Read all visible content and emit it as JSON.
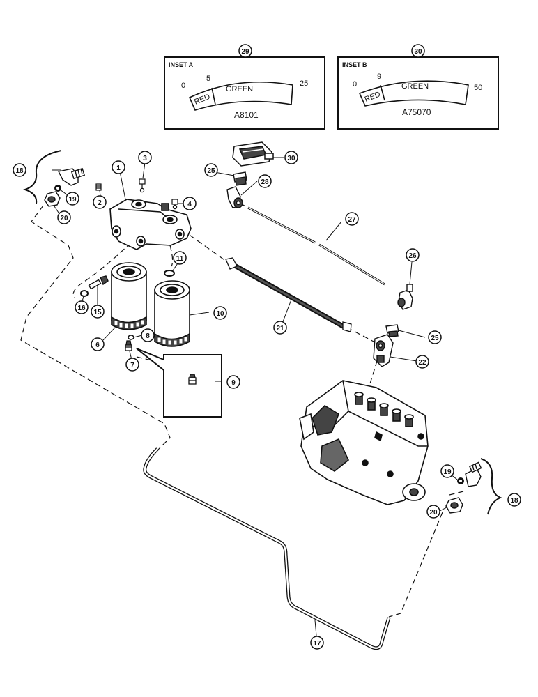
{
  "insets": [
    {
      "id": "inset-a",
      "callout": "29",
      "title": "INSET A",
      "min": "0",
      "red_limit": "5",
      "max": "25",
      "red_label": "RED",
      "green_label": "GREEN",
      "part_code": "A8101"
    },
    {
      "id": "inset-b",
      "callout": "30",
      "title": "INSET B",
      "min": "0",
      "red_limit": "9",
      "max": "50",
      "red_label": "RED",
      "green_label": "GREEN",
      "part_code": "A75070"
    }
  ],
  "callouts": {
    "c1": "1",
    "c2": "2",
    "c3": "3",
    "c4": "4",
    "c6": "6",
    "c7": "7",
    "c8": "8",
    "c9": "9",
    "c10": "10",
    "c11": "11",
    "c15": "15",
    "c16": "16",
    "c17": "17",
    "c18a": "18",
    "c18b": "18",
    "c19a": "19",
    "c19b": "19",
    "c20a": "20",
    "c20b": "20",
    "c21": "21",
    "c22": "22",
    "c25a": "25",
    "c25b": "25",
    "c26": "26",
    "c27": "27",
    "c28": "28",
    "c30": "30"
  },
  "colors": {
    "ink": "#111111",
    "paper": "#ffffff",
    "shade": "#444444"
  }
}
